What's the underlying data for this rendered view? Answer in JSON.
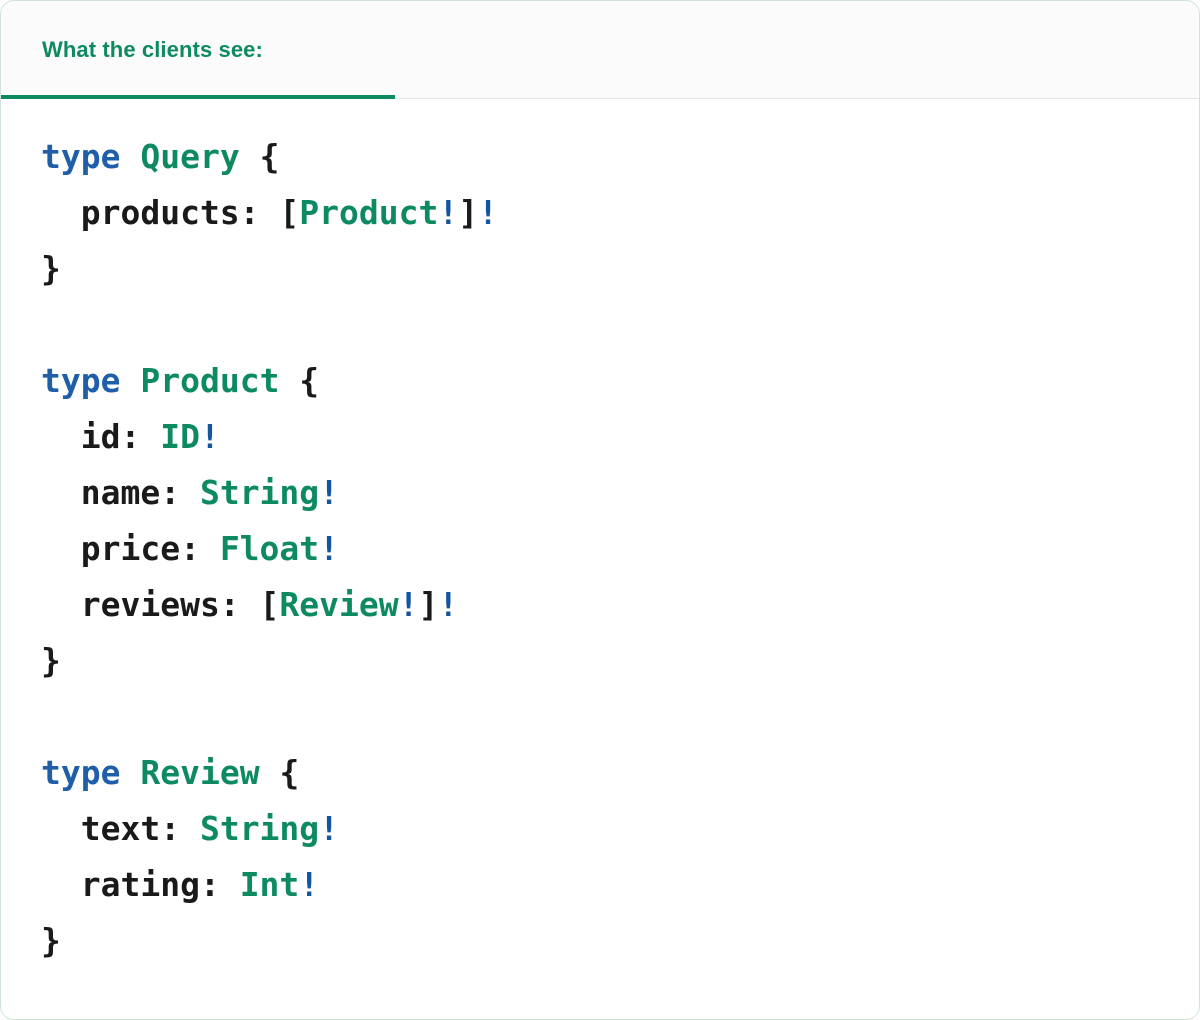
{
  "card": {
    "accent_color": "#0e8a63",
    "border_color": "#cfe3d6",
    "header_bg": "#fbfbfb",
    "body_bg": "#ffffff"
  },
  "tabs": [
    {
      "label": "What the clients see:",
      "active": true
    }
  ],
  "code": {
    "language": "graphql",
    "colors": {
      "keyword": "#1f5fa8",
      "type_name": "#0e8a63",
      "non_null": "#1455a0",
      "plain": "#1a1a1a"
    },
    "lines": [
      {
        "tokens": [
          {
            "t": "type",
            "c": "kw"
          },
          {
            "t": " ",
            "c": "plain"
          },
          {
            "t": "Query",
            "c": "type"
          },
          {
            "t": " {",
            "c": "plain"
          }
        ]
      },
      {
        "tokens": [
          {
            "t": "  products: [",
            "c": "plain"
          },
          {
            "t": "Product",
            "c": "type"
          },
          {
            "t": "!",
            "c": "bang"
          },
          {
            "t": "]",
            "c": "plain"
          },
          {
            "t": "!",
            "c": "bang"
          }
        ]
      },
      {
        "tokens": [
          {
            "t": "}",
            "c": "plain"
          }
        ]
      },
      {
        "tokens": []
      },
      {
        "tokens": [
          {
            "t": "type",
            "c": "kw"
          },
          {
            "t": " ",
            "c": "plain"
          },
          {
            "t": "Product",
            "c": "type"
          },
          {
            "t": " {",
            "c": "plain"
          }
        ]
      },
      {
        "tokens": [
          {
            "t": "  id: ",
            "c": "plain"
          },
          {
            "t": "ID",
            "c": "type"
          },
          {
            "t": "!",
            "c": "bang"
          }
        ]
      },
      {
        "tokens": [
          {
            "t": "  name: ",
            "c": "plain"
          },
          {
            "t": "String",
            "c": "type"
          },
          {
            "t": "!",
            "c": "bang"
          }
        ]
      },
      {
        "tokens": [
          {
            "t": "  price: ",
            "c": "plain"
          },
          {
            "t": "Float",
            "c": "type"
          },
          {
            "t": "!",
            "c": "bang"
          }
        ]
      },
      {
        "tokens": [
          {
            "t": "  reviews: [",
            "c": "plain"
          },
          {
            "t": "Review",
            "c": "type"
          },
          {
            "t": "!",
            "c": "bang"
          },
          {
            "t": "]",
            "c": "plain"
          },
          {
            "t": "!",
            "c": "bang"
          }
        ]
      },
      {
        "tokens": [
          {
            "t": "}",
            "c": "plain"
          }
        ]
      },
      {
        "tokens": []
      },
      {
        "tokens": [
          {
            "t": "type",
            "c": "kw"
          },
          {
            "t": " ",
            "c": "plain"
          },
          {
            "t": "Review",
            "c": "type"
          },
          {
            "t": " {",
            "c": "plain"
          }
        ]
      },
      {
        "tokens": [
          {
            "t": "  text: ",
            "c": "plain"
          },
          {
            "t": "String",
            "c": "type"
          },
          {
            "t": "!",
            "c": "bang"
          }
        ]
      },
      {
        "tokens": [
          {
            "t": "  rating: ",
            "c": "plain"
          },
          {
            "t": "Int",
            "c": "type"
          },
          {
            "t": "!",
            "c": "bang"
          }
        ]
      },
      {
        "tokens": [
          {
            "t": "}",
            "c": "plain"
          }
        ]
      }
    ],
    "plain_text": "type Query {\n  products: [Product!]!\n}\n\ntype Product {\n  id: ID!\n  name: String!\n  price: Float!\n  reviews: [Review!]!\n}\n\ntype Review {\n  text: String!\n  rating: Int!\n}"
  }
}
